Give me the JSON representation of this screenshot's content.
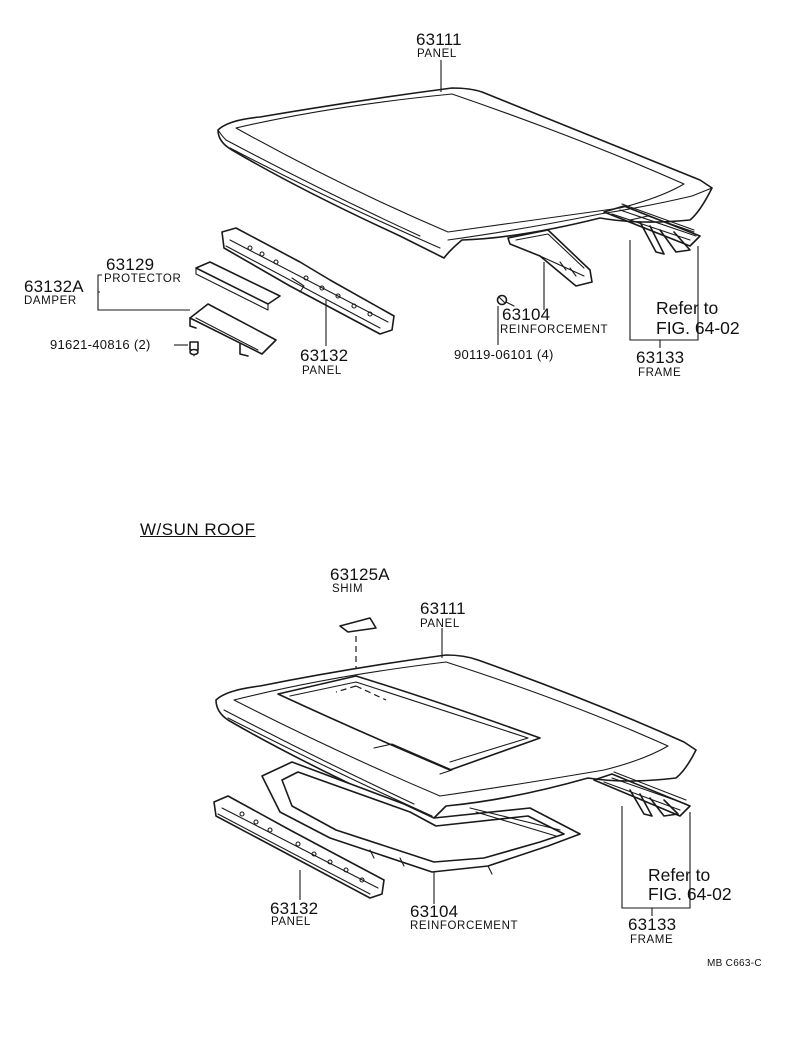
{
  "top": {
    "panel": {
      "number": "63111",
      "name": "PANEL"
    },
    "protector": {
      "number": "63129",
      "name": "PROTECTOR"
    },
    "damper": {
      "number": "63132A",
      "name": "DAMPER"
    },
    "bolt": {
      "number": "91621-40816 (2)"
    },
    "rear_panel": {
      "number": "63132",
      "name": "PANEL"
    },
    "reinforcement": {
      "number": "63104",
      "name": "REINFORCEMENT"
    },
    "screw": {
      "number": "90119-06101 (4)"
    },
    "frame": {
      "number": "63133",
      "name": "FRAME"
    },
    "refer": {
      "line1": "Refer to",
      "line2": "FIG. 64-02"
    }
  },
  "bottom": {
    "section_title": "W/SUN  ROOF",
    "shim": {
      "number": "63125A",
      "name": "SHIM"
    },
    "panel": {
      "number": "63111",
      "name": "PANEL"
    },
    "rear_panel": {
      "number": "63132",
      "name": "PANEL"
    },
    "reinforcement": {
      "number": "63104",
      "name": "REINFORCEMENT"
    },
    "frame": {
      "number": "63133",
      "name": "FRAME"
    },
    "refer": {
      "line1": "Refer to",
      "line2": "FIG. 64-02"
    }
  },
  "figure_code": "MB  C663-C"
}
